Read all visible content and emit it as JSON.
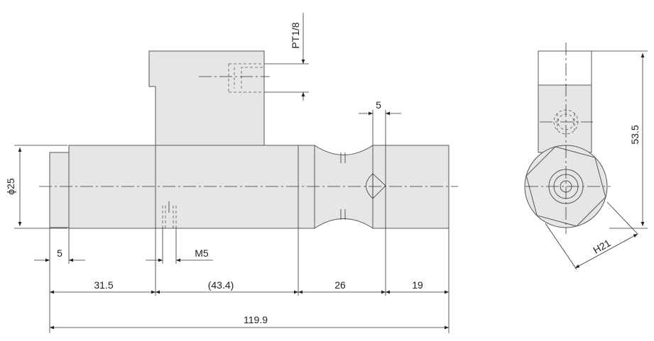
{
  "drawing": {
    "dimensions": {
      "diameter": "ϕ25",
      "port_thread": "PT1/8",
      "groove_width": "5",
      "flange_offset": "5",
      "tap_thread": "M5",
      "seg_1": "31.5",
      "seg_2": "(43.4)",
      "seg_3": "26",
      "seg_4": "19",
      "overall_length": "119.9",
      "height": "53.5",
      "hex_across_flats": "H21"
    },
    "colors": {
      "body_fill": "#e6e6e6",
      "outline": "#555555",
      "dimension_line": "#333333"
    }
  }
}
